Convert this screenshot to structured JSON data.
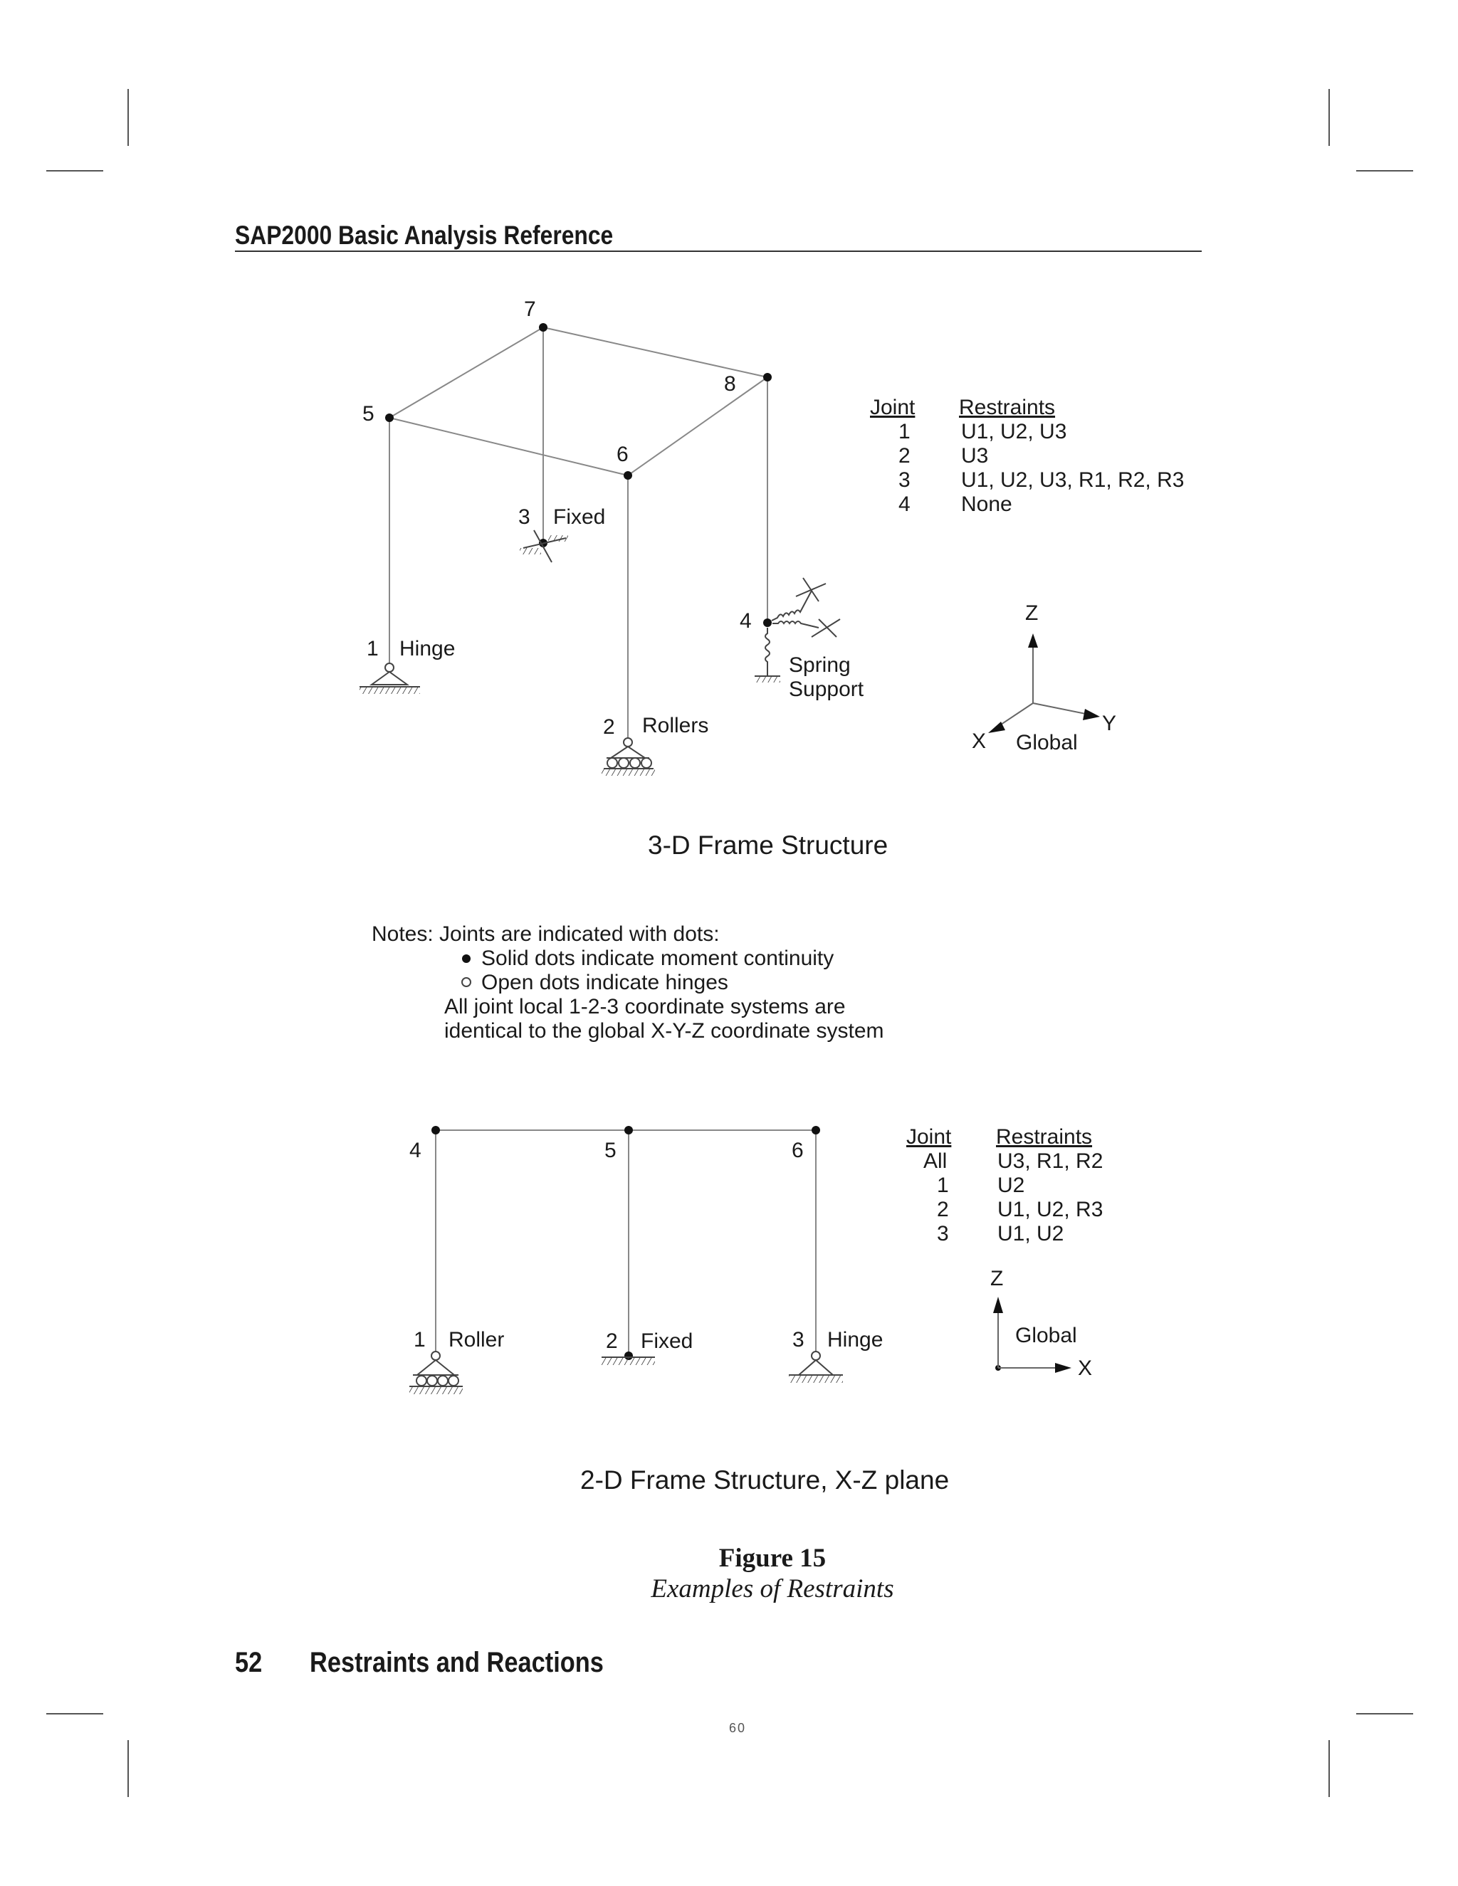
{
  "header": {
    "title": "SAP2000 Basic Analysis Reference"
  },
  "frame3d": {
    "caption": "3-D Frame Structure",
    "joint_labels": [
      "1",
      "2",
      "3",
      "4",
      "5",
      "6",
      "7",
      "8"
    ],
    "support_labels": {
      "hinge": "Hinge",
      "rollers": "Rollers",
      "fixed": "Fixed",
      "spring_line1": "Spring",
      "spring_line2": "Support"
    },
    "table": {
      "col_joint": "Joint",
      "col_restraints": "Restraints",
      "rows": [
        {
          "joint": "1",
          "restraints": "U1, U2, U3"
        },
        {
          "joint": "2",
          "restraints": "U3"
        },
        {
          "joint": "3",
          "restraints": "U1, U2, U3, R1, R2, R3"
        },
        {
          "joint": "4",
          "restraints": "None"
        }
      ]
    },
    "axes": {
      "z": "Z",
      "y": "Y",
      "x": "X",
      "label": "Global"
    }
  },
  "notes": {
    "line1": "Notes: Joints are indicated with dots:",
    "bullet1": "Solid dots indicate moment continuity",
    "bullet2": "Open dots indicate hinges",
    "line4": "All joint local 1-2-3 coordinate systems are",
    "line5": "identical to the global X-Y-Z coordinate system"
  },
  "frame2d": {
    "caption": "2-D Frame Structure,  X-Z plane",
    "joint_labels": [
      "1",
      "2",
      "3",
      "4",
      "5",
      "6"
    ],
    "support_labels": {
      "roller": "Roller",
      "fixed": "Fixed",
      "hinge": "Hinge"
    },
    "table": {
      "col_joint": "Joint",
      "col_restraints": "Restraints",
      "rows": [
        {
          "joint": "All",
          "restraints": "U3, R1, R2"
        },
        {
          "joint": "1",
          "restraints": "U2"
        },
        {
          "joint": "2",
          "restraints": "U1, U2, R3"
        },
        {
          "joint": "3",
          "restraints": "U1, U2"
        }
      ]
    },
    "axes": {
      "z": "Z",
      "x": "X",
      "label": "Global"
    }
  },
  "figure": {
    "number": "Figure 15",
    "title": "Examples of Restraints"
  },
  "footer": {
    "page_number": "52",
    "section": "Restraints and Reactions",
    "scan_page": "60"
  }
}
